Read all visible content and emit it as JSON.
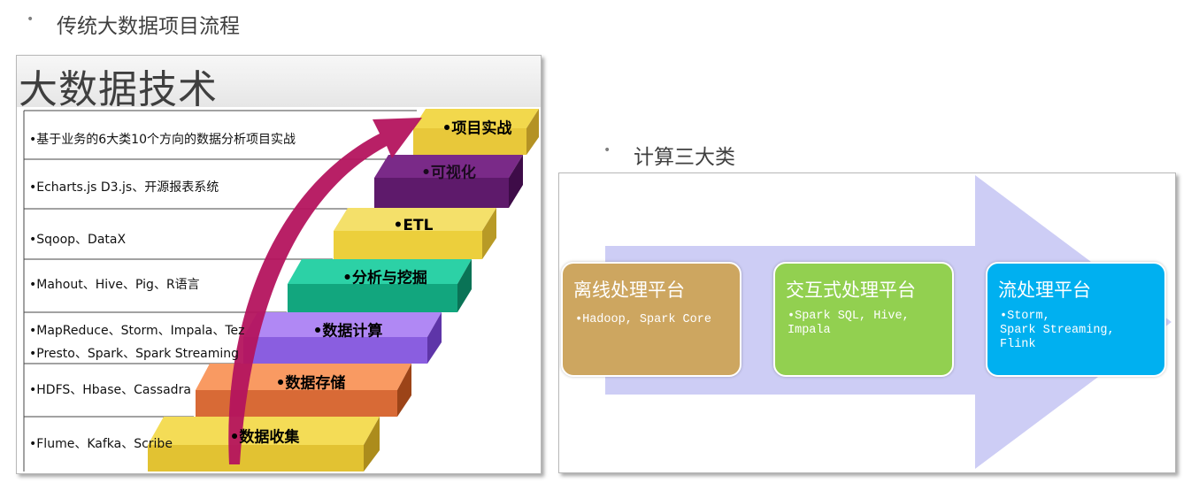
{
  "heading_left": "传统大数据项目流程",
  "heading_right": "计算三大类",
  "bullet_glyph": "•",
  "left_panel": {
    "title": "大数据技术",
    "rows": [
      "•基于业务的6大类10个方向的数据分析项目实战",
      "•Echarts.js  D3.js、开源报表系统",
      "•Sqoop、DataX",
      "•Mahout、Hive、Pig、R语言",
      "•MapReduce、Storm、Impala、Tez",
      "•Presto、Spark、Spark Streaming",
      "•HDFS、Hbase、Cassadra",
      "•Flume、Kafka、Scribe"
    ],
    "steps": [
      {
        "label": "•项目实战",
        "color": "#f2d84c"
      },
      {
        "label": "•可视化",
        "color": "#6b1f78"
      },
      {
        "label": "•ETL",
        "color": "#f2dc55"
      },
      {
        "label": "•分析与挖掘",
        "color": "#22c29a"
      },
      {
        "label": "•数据计算",
        "color": "#a678ee"
      },
      {
        "label": "•数据存储",
        "color": "#f58a52"
      },
      {
        "label": "•数据收集",
        "color": "#f2d84c"
      }
    ],
    "arrow_color": "#b4145e"
  },
  "right_panel": {
    "arrow_color": "#cdcdf5",
    "boxes": [
      {
        "title": "离线处理平台",
        "desc": "•Hadoop, Spark Core",
        "color": "#cda660"
      },
      {
        "title": "交互式处理平台",
        "desc": "•Spark SQL, Hive,\nImpala",
        "color": "#92d050"
      },
      {
        "title": "流处理平台",
        "desc": "•Storm,\nSpark Streaming,\nFlink",
        "color": "#00b0f0"
      }
    ]
  }
}
